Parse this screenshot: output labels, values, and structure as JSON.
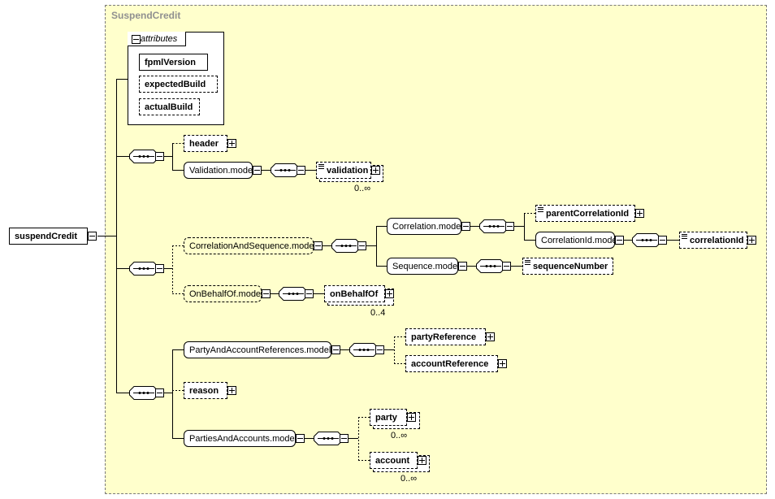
{
  "diagram": {
    "title": "SuspendCredit",
    "root": "suspendCredit",
    "attributes_label": "attributes",
    "attributes": [
      "fpmlVersion",
      "expectedBuild",
      "actualBuild"
    ],
    "nodes": {
      "header": "header",
      "validation_model": "Validation.model",
      "validation": "validation",
      "validation_card": "0..∞",
      "correlation_and_sequence_model": "CorrelationAndSequence.model",
      "correlation_model": "Correlation.model",
      "parent_correlation_id": "parentCorrelationId",
      "correlation_id_model": "CorrelationId.model",
      "correlation_id": "correlationId",
      "sequence_model": "Sequence.model",
      "sequence_number": "sequenceNumber",
      "on_behalf_of_model": "OnBehalfOf.model",
      "on_behalf_of": "onBehalfOf",
      "on_behalf_of_card": "0..4",
      "party_and_account_references_model": "PartyAndAccountReferences.model",
      "party_reference": "partyReference",
      "account_reference": "accountReference",
      "reason": "reason",
      "parties_and_accounts_model": "PartiesAndAccounts.model",
      "party": "party",
      "party_card": "0..∞",
      "account": "account",
      "account_card": "0..∞"
    }
  }
}
